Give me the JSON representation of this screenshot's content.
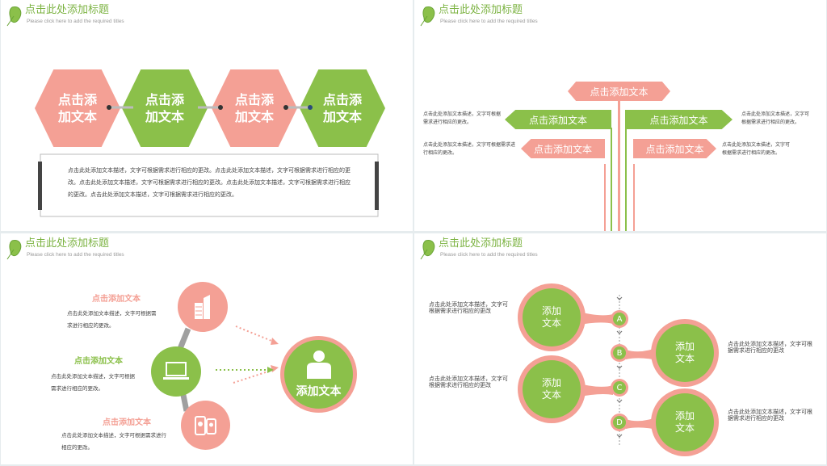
{
  "colors": {
    "pink": "#f4a095",
    "green": "#8bc04a"
  },
  "header": {
    "title": "点击此处添加标题",
    "subtitle": "Please click here to add the required titles"
  },
  "slide1": {
    "hexagons": [
      "点击添加文本",
      "点击添加文本",
      "点击添加文本",
      "点击添加文本"
    ],
    "paragraph": "点击此处添加文本描述，文字可根据需求进行相应的更改。点击此处添加文本描述，文字可根据需求进行相应的更改。点击此处添加文本描述，文字可根据需求进行相应的更改。点击此处添加文本描述，文字可根据需求进行相应的更改。点击此处添加文本描述，文字可根据需求进行相应的更改。"
  },
  "slide2": {
    "top_sign": "点击添加文本",
    "signs": [
      "点击添加文本",
      "点击添加文本",
      "点击添加文本",
      "点击添加文本"
    ],
    "descs": [
      "点击此处添加文本描述，文字可根据需求进行相应的更改。",
      "点击此处添加文本描述，文字可根据需求进行相应的更改。",
      "点击此处添加文本描述，文字可根据需求进行相应的更改。",
      "点击此处添加文本描述，文字可根据需求进行相应的更改。"
    ]
  },
  "slide3": {
    "items": [
      {
        "title": "点击添加文本",
        "desc": "点击此处添加文本描述，文字可根据需求进行相应的更改。",
        "icon": "building-icon"
      },
      {
        "title": "点击添加文本",
        "desc": "点击此处添加文本描述，文字可根据需求进行相应的更改。",
        "icon": "laptop-icon"
      },
      {
        "title": "点击添加文本",
        "desc": "点击此处添加文本描述，文字可根据需求进行相应的更改。",
        "icon": "contacts-icon"
      }
    ],
    "center": "添加文本",
    "center_icon": "person-icon"
  },
  "slide4": {
    "steps": [
      {
        "letter": "A",
        "label": "添加文本",
        "desc": "点击此处添加文本描述，文字可根据需求进行相应的更改"
      },
      {
        "letter": "B",
        "label": "添加文本",
        "desc": "点击此处添加文本描述，文字可根据需求进行相应的更改"
      },
      {
        "letter": "C",
        "label": "添加文本",
        "desc": "点击此处添加文本描述，文字可根据需求进行相应的更改"
      },
      {
        "letter": "D",
        "label": "添加文本",
        "desc": "点击此处添加文本描述，文字可根据需求进行相应的更改"
      }
    ]
  }
}
